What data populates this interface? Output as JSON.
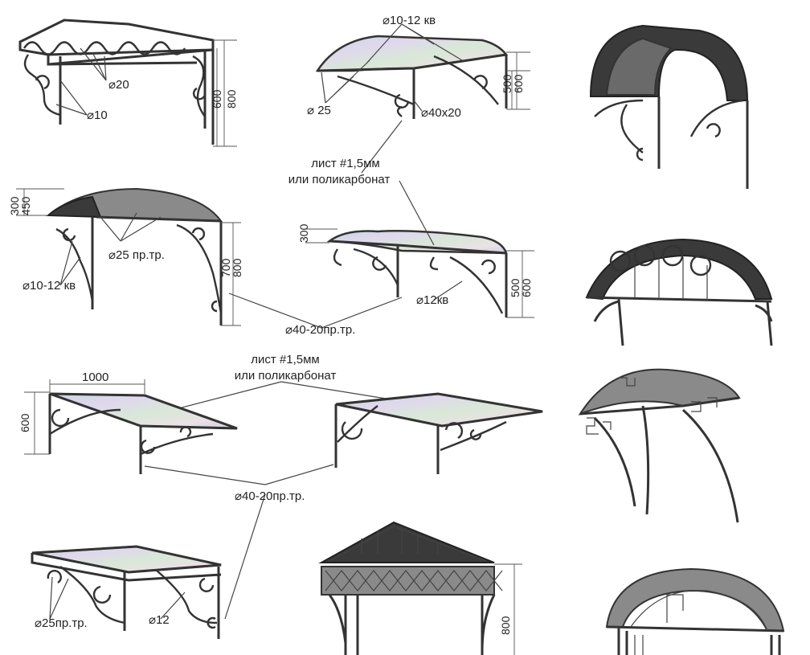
{
  "labels": {
    "c1_d20": "⌀20",
    "c1_d10": "⌀10",
    "c1_h600": "600",
    "c1_h800": "800",
    "c2_d1012": "⌀10-12 кв",
    "c2_d25": "⌀ 25",
    "c2_d40x20": "⌀40x20",
    "c2_h500": "500",
    "c2_h600": "600",
    "sheet1_line1": "лист #1,5мм",
    "sheet1_line2": "или поликарбонат",
    "c3_h300": "300",
    "c3_h450": "450",
    "c3_d25": "⌀25 пр.тр.",
    "c3_d1012": "⌀10-12 кв",
    "c3_h700": "700",
    "c3_h800": "800",
    "c4_h300": "300",
    "c4_d12": "⌀12кв",
    "c4_h500": "500",
    "c4_h600": "600",
    "pipe1": "⌀40-20пр.тр.",
    "sheet2_line1": "лист #1,5мм",
    "sheet2_line2": "или поликарбонат",
    "c5_w1000": "1000",
    "c5_h600": "600",
    "pipe2": "⌀40-20пр.тр.",
    "c7_d25": "⌀25пр.тр.",
    "c7_d12": "⌀12",
    "c8_h800": "800"
  },
  "colors": {
    "line": "#333333",
    "roof_dark": "#3a3a3a"
  }
}
